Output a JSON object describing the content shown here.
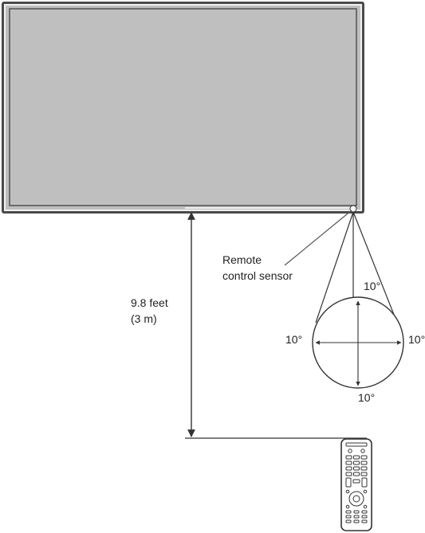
{
  "labels": {
    "sensor_line1": "Remote",
    "sensor_line2": "control sensor",
    "distance_line1": "9.8 feet",
    "distance_line2": "(3 m)",
    "angle_top": "10°",
    "angle_left": "10°",
    "angle_right": "10°",
    "angle_bottom": "10°"
  },
  "colors": {
    "screen_fill": "#bfbfbf",
    "bezel": "#4a4a4a",
    "line": "#333333",
    "background": "#ffffff"
  }
}
